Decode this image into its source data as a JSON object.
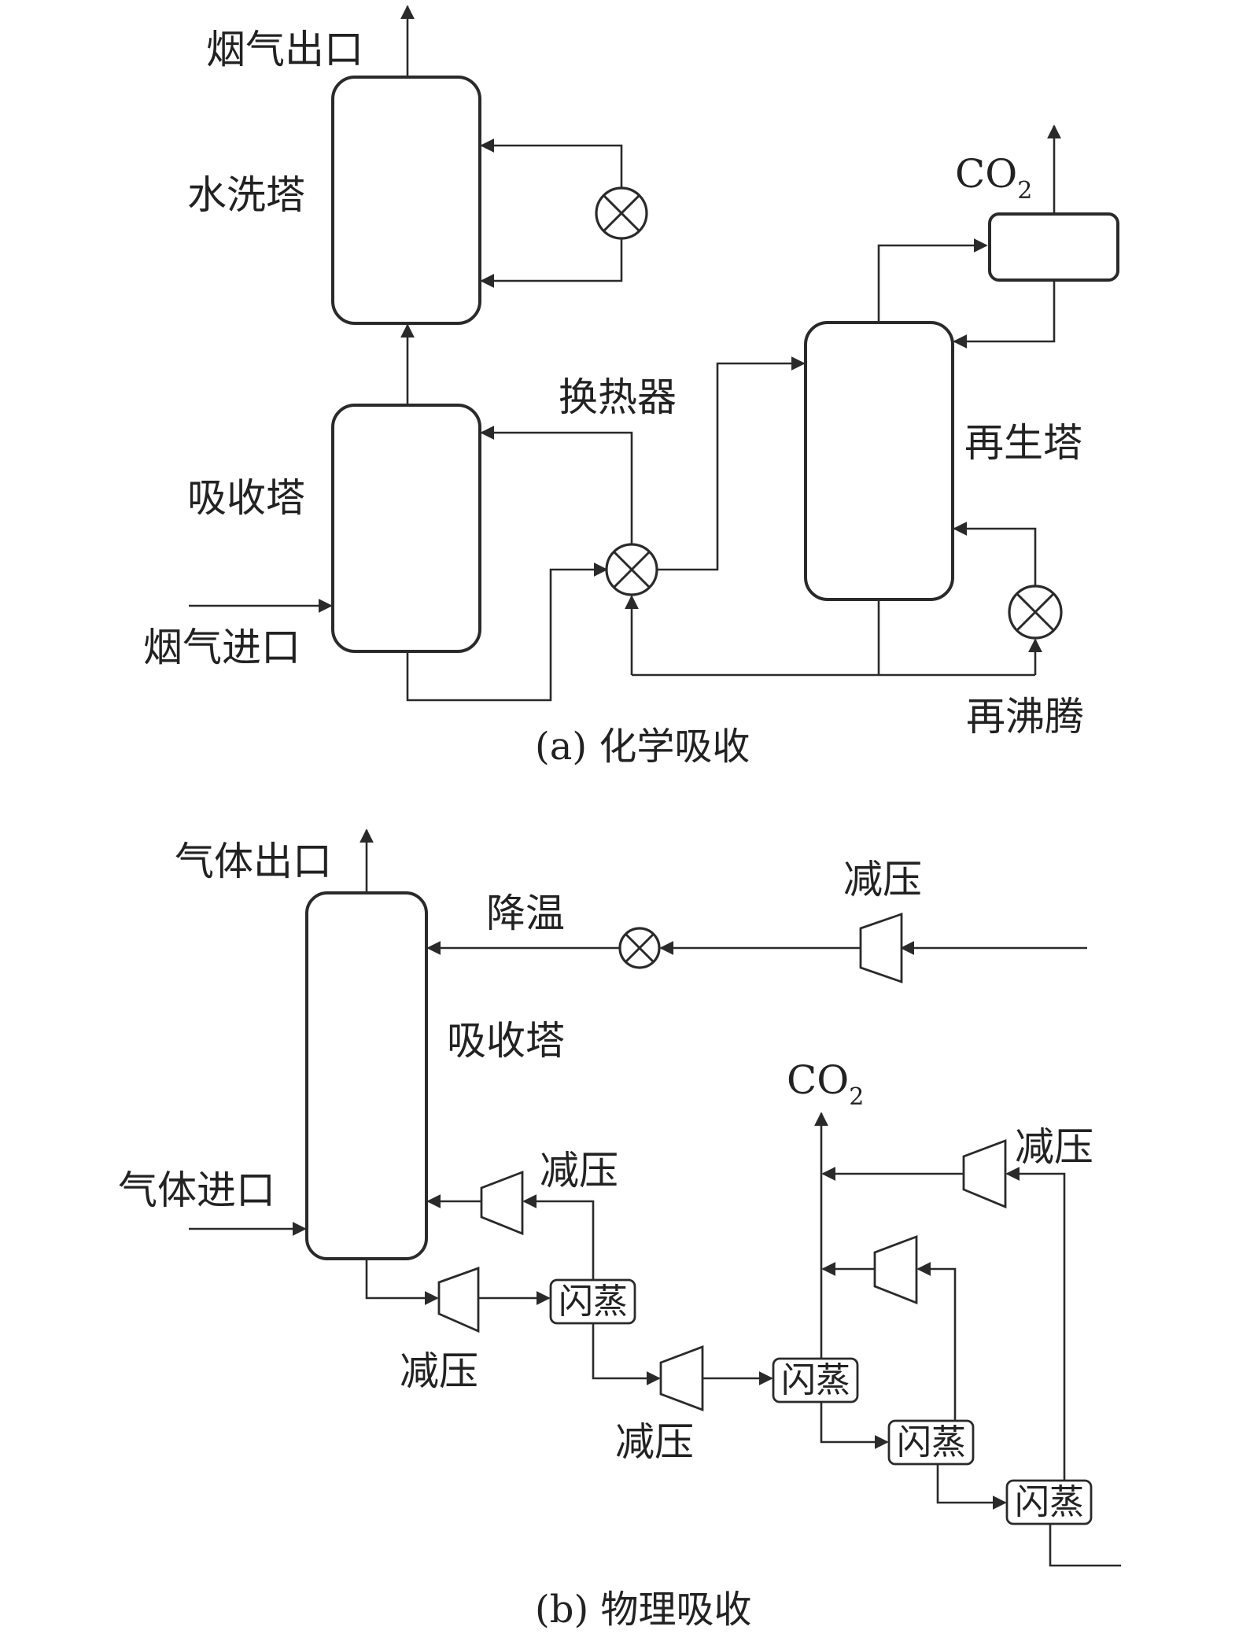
{
  "diagram_a": {
    "flue_gas_outlet": "烟气出口",
    "water_wash_tower": "水洗塔",
    "co2_main": "CO",
    "co2_sub": "2",
    "heat_exchanger": "换热器",
    "regeneration_tower": "再生塔",
    "absorption_tower": "吸收塔",
    "flue_gas_inlet": "烟气进口",
    "reboiler": "再沸腾",
    "caption": "(a) 化学吸收"
  },
  "diagram_b": {
    "gas_outlet": "气体出口",
    "cooling": "降温",
    "depressurize_top": "减压",
    "absorption_tower": "吸收塔",
    "co2_main": "CO",
    "co2_sub": "2",
    "depressurize_right": "减压",
    "depressurize_mid": "减压",
    "gas_inlet": "气体进口",
    "flash_1": "闪蒸",
    "depressurize_bottom_left": "减压",
    "depressurize_bottom_mid": "减压",
    "flash_2": "闪蒸",
    "flash_3": "闪蒸",
    "flash_4": "闪蒸",
    "caption": "(b) 物理吸收"
  },
  "colors": {
    "line": "#2a2a2a",
    "text": "#222222",
    "background": "#ffffff"
  }
}
